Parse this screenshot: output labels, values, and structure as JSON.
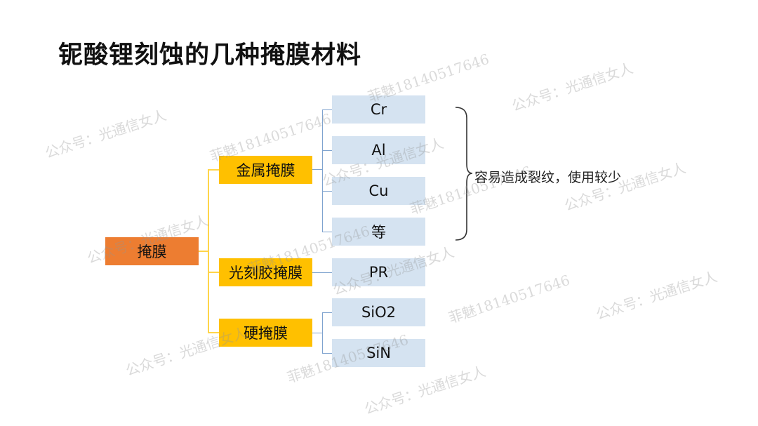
{
  "title": "铌酸锂刻蚀的几种掩膜材料",
  "root": {
    "label": "掩膜"
  },
  "categories": [
    {
      "label": "金属掩膜",
      "items": [
        "Cr",
        "Al",
        "Cu",
        "等"
      ]
    },
    {
      "label": "光刻胶掩膜",
      "items": [
        "PR"
      ]
    },
    {
      "label": "硬掩膜",
      "items": [
        "SiO2",
        "SiN"
      ]
    }
  ],
  "note": "容易造成裂纹，使用较少",
  "watermarks": {
    "account": "公众号：光通信女人",
    "phone": "菲魅18140517646"
  },
  "colors": {
    "root": "#ed7d31",
    "category": "#ffc000",
    "leaf": "#d5e3f1"
  }
}
